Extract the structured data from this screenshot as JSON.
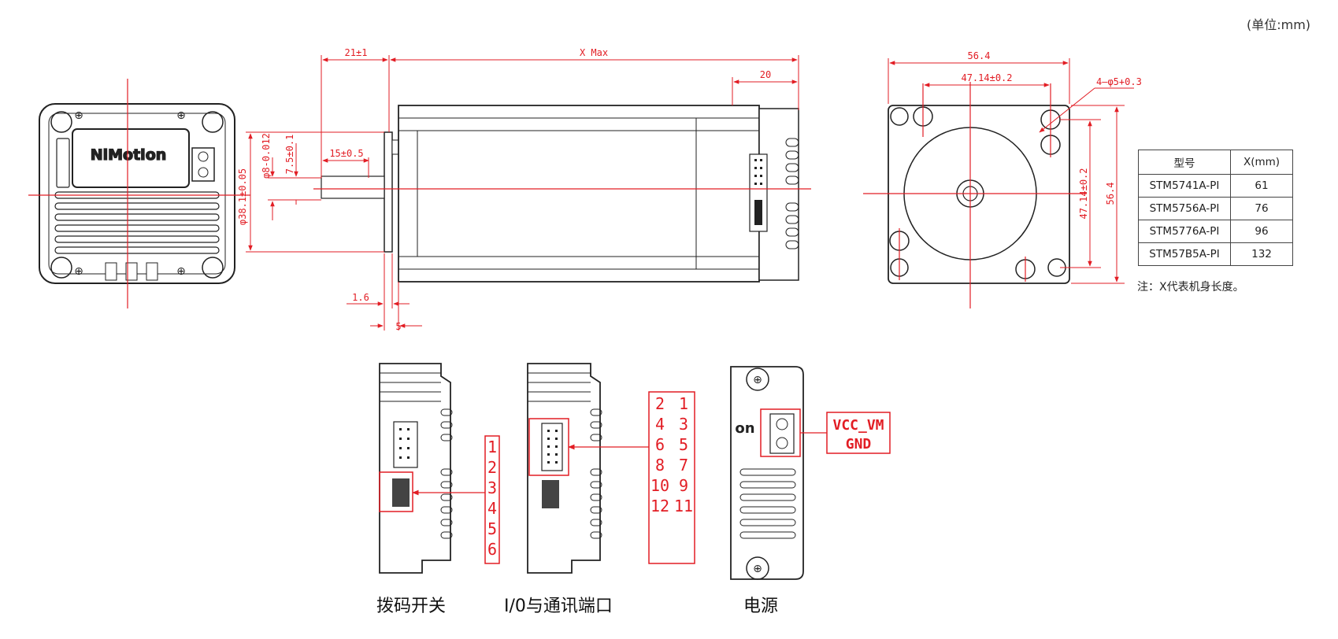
{
  "unit_label": "(单位:mm)",
  "side_view": {
    "brand_logo": "NiMotion",
    "dim_shaft_len": "21±1",
    "dim_x_max": "X Max",
    "dim_20": "20",
    "dim_flat": "15±0.5",
    "dim_flat_depth": "7.5±0.1",
    "dim_shaft_dia": "φ8-0.012",
    "dim_pilot_dia": "φ38.1±0.05",
    "dim_1_6": "1.6",
    "dim_5": "5"
  },
  "front_view": {
    "dim_56_4_top": "56.4",
    "dim_47_14_top": "47.14±0.2",
    "dim_holes": "4—φ5+0.3",
    "dim_47_14_right": "47.14±0.2",
    "dim_56_4_right": "56.4"
  },
  "spec_table": {
    "headers": [
      "型号",
      "X(mm)"
    ],
    "rows": [
      [
        "STM5741A-PI",
        "61"
      ],
      [
        "STM5756A-PI",
        "76"
      ],
      [
        "STM5776A-PI",
        "96"
      ],
      [
        "STM57B5A-PI",
        "132"
      ]
    ],
    "note": "注：X代表机身长度。"
  },
  "dip_switch": {
    "pins": [
      "1",
      "2",
      "3",
      "4",
      "5",
      "6"
    ],
    "caption": "拨码开关"
  },
  "io_port": {
    "pin_rows": [
      [
        "2",
        "1"
      ],
      [
        "4",
        "3"
      ],
      [
        "6",
        "5"
      ],
      [
        "8",
        "7"
      ],
      [
        "10",
        "9"
      ],
      [
        "12",
        "11"
      ]
    ],
    "caption": "I/0与通讯端口"
  },
  "power": {
    "labels": [
      "VCC_VM",
      "GND"
    ],
    "caption": "电源"
  },
  "colors": {
    "dimension": "#e21d24",
    "outline": "#222222"
  }
}
